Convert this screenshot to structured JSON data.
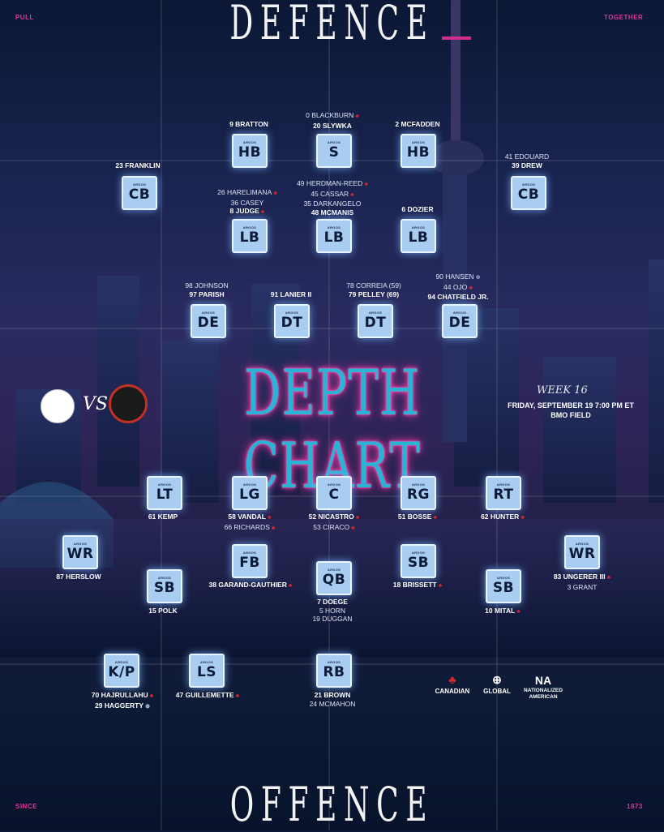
{
  "corners": {
    "top_left": "PULL",
    "top_right": "TOGETHER",
    "bottom_left": "SINCE",
    "bottom_right": "1873"
  },
  "headings": {
    "defence": "DEFENCE",
    "offence": "OFFENCE",
    "depth_chart": "DEPTH CHART"
  },
  "game": {
    "week": "WEEK 16",
    "date_time": "FRIDAY, SEPTEMBER 19  7:00 PM ET",
    "venue": "BMO FIELD",
    "vs": "VS"
  },
  "badge_label": "ARGOS",
  "defence": {
    "hb_left": {
      "pos": "HB",
      "starter": "9 BRATTON"
    },
    "safety": {
      "pos": "S",
      "backup": "0 BLACKBURN",
      "starter": "20 SLYWKA"
    },
    "hb_right": {
      "pos": "HB",
      "starter": "2 MCFADDEN"
    },
    "cb_left": {
      "pos": "CB",
      "starter": "23 FRANKLIN"
    },
    "cb_right": {
      "pos": "CB",
      "backup": "41 EDOUARD",
      "starter": "39 DREW"
    },
    "lb_left": {
      "pos": "LB",
      "backup1": "26 HARELIMANA",
      "backup2": "36 CASEY",
      "starter": "8 JUDGE"
    },
    "lb_mid": {
      "pos": "LB",
      "backup1": "49 HERDMAN-REED",
      "backup2": "45 CASSAR",
      "backup3": "35 DARKANGELO",
      "starter": "48 MCMANIS"
    },
    "lb_right": {
      "pos": "LB",
      "starter": "6 DOZIER"
    },
    "de_left": {
      "pos": "DE",
      "backup": "98 JOHNSON",
      "starter": "97 PARISH"
    },
    "dt_left": {
      "pos": "DT",
      "starter": "91 LANIER II"
    },
    "dt_right": {
      "pos": "DT",
      "backup": "78 CORREIA (59)",
      "starter": "79 PELLEY (69)"
    },
    "de_right": {
      "pos": "DE",
      "backup1": "90 HANSEN",
      "backup2": "44 OJO",
      "starter": "94 CHATFIELD JR."
    }
  },
  "offence": {
    "lt": {
      "pos": "LT",
      "starter": "61 KEMP"
    },
    "lg": {
      "pos": "LG",
      "starter": "58 VANDAL",
      "backup": "66 RICHARDS"
    },
    "c": {
      "pos": "C",
      "starter": "52 NICASTRO",
      "backup": "53 CIRACO"
    },
    "rg": {
      "pos": "RG",
      "starter": "51 BOSSE"
    },
    "rt": {
      "pos": "RT",
      "starter": "62 HUNTER"
    },
    "wr_left": {
      "pos": "WR",
      "starter": "87 HERSLOW"
    },
    "fb": {
      "pos": "FB",
      "starter": "38 GARAND-GAUTHIER"
    },
    "sb_left": {
      "pos": "SB",
      "starter": "15 POLK"
    },
    "qb": {
      "pos": "QB",
      "starter": "7 DOEGE",
      "backup1": "5 HORN",
      "backup2": "19 DUGGAN"
    },
    "sb_right_inner": {
      "pos": "SB",
      "starter": "18 BRISSETT"
    },
    "sb_right_outer": {
      "pos": "SB",
      "starter": "10 MITAL"
    },
    "wr_right": {
      "pos": "WR",
      "starter": "83 UNGERER III",
      "backup": "3 GRANT"
    }
  },
  "special": {
    "kp": {
      "pos": "K/P",
      "starter": "70 HAJRULLAHU",
      "backup": "29 HAGGERTY"
    },
    "ls": {
      "pos": "LS",
      "starter": "47 GUILLEMETTE"
    },
    "rb": {
      "pos": "RB",
      "starter": "21 BROWN",
      "backup": "24 MCMAHON"
    }
  },
  "legend": {
    "canadian": "CANADIAN",
    "global": "GLOBAL",
    "na": "NA",
    "na_label": "NATIONALIZED AMERICAN"
  },
  "icons": {
    "canadian": "maple-leaf-icon",
    "global": "globe-icon"
  },
  "colors": {
    "accent_pink": "#e0349c",
    "badge_fill": "#a8cdf0",
    "depth_text": "#2ab3d6",
    "maple_red": "#e0272b"
  }
}
